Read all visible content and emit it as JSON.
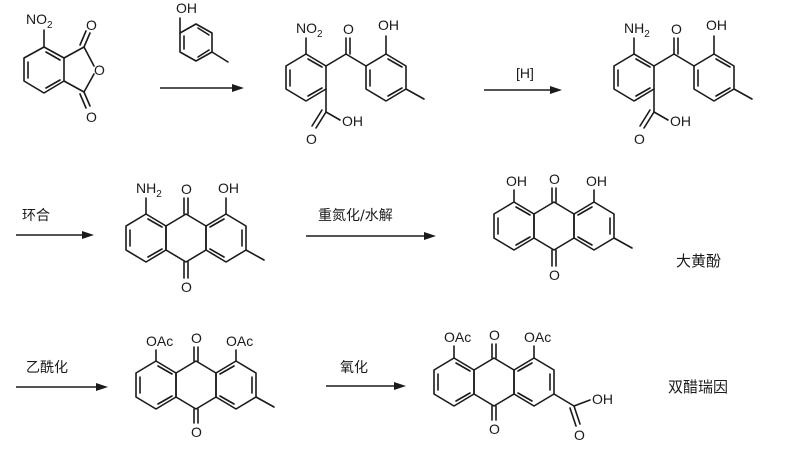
{
  "atoms": {
    "no2": "NO",
    "no2_sub": "2",
    "nh2": "NH",
    "nh2_sub": "2",
    "oh": "OH",
    "o": "O",
    "oac": "OAc"
  },
  "reagents": {
    "step1": "",
    "step2": "[H]",
    "step3": "环合",
    "step4": "重氮化/水解",
    "step5": "乙酰化",
    "step6": "氧化"
  },
  "compounds": {
    "rhein_precursor_name": "大黄酚",
    "final_name": "双醋瑞因"
  }
}
